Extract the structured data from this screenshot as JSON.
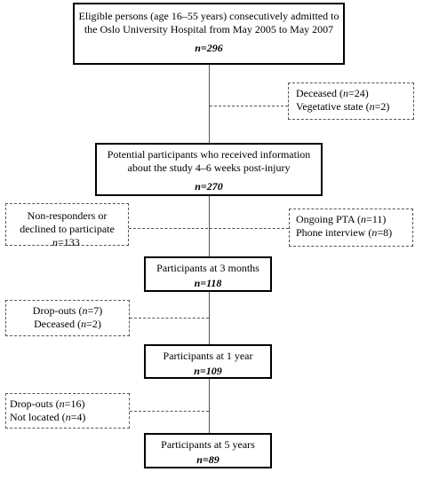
{
  "boxes": {
    "eligible": {
      "line1": "Eligible persons (age 16–55 years) consecutively admitted to",
      "line2": "the Oslo University Hospital from May 2005 to May 2007",
      "count": "n=296"
    },
    "potential": {
      "line1": "Potential participants who received information",
      "line2": "about the study 4–6 weeks post-injury",
      "count": "n=270"
    },
    "three_months": {
      "label": "Participants at 3 months",
      "count": "n=118"
    },
    "one_year": {
      "label": "Participants at 1 year",
      "count": "n=109"
    },
    "five_years": {
      "label": "Participants at 5 years",
      "count": "n=89"
    }
  },
  "exclusions": {
    "deceased_vegetative": {
      "line1_label": "Deceased (",
      "line1_n": "n",
      "line1_val": "=24)",
      "line2_label": "Vegetative state (",
      "line2_n": "n",
      "line2_val": "=2)"
    },
    "nonresponders": {
      "line1": "Non-responders or",
      "line2": "declined to participate",
      "line3_n": "n",
      "line3_val": "=133"
    },
    "pta_phone": {
      "line1_label": "Ongoing PTA (",
      "line1_n": "n",
      "line1_val": "=11)",
      "line2_label": "Phone interview (",
      "line2_n": "n",
      "line2_val": "=8)"
    },
    "dropouts_3m": {
      "line1_label": "Drop-outs (",
      "line1_n": "n",
      "line1_val": "=7)",
      "line2_label": "Deceased (",
      "line2_n": "n",
      "line2_val": "=2)"
    },
    "dropouts_1y": {
      "line1_label": "Drop-outs (",
      "line1_n": "n",
      "line1_val": "=16)",
      "line2_label": "Not located (",
      "line2_n": "n",
      "line2_val": "=4)"
    }
  }
}
